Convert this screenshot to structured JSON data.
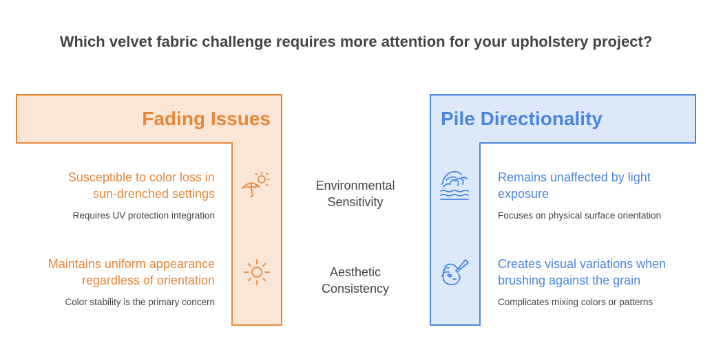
{
  "title": "Which velvet fabric challenge requires more attention for your upholstery project?",
  "left": {
    "header": "Fading Issues",
    "color": "#e6873a",
    "items": [
      {
        "icon": "umbrella-sun-icon",
        "main": [
          "Susceptible to color loss in",
          "sun-drenched settings"
        ],
        "sub": "Requires UV protection integration"
      },
      {
        "icon": "sun-icon",
        "main": [
          "Maintains uniform appearance",
          "regardless of orientation"
        ],
        "sub": "Color stability is the primary concern"
      }
    ]
  },
  "right": {
    "header": "Pile Directionality",
    "color": "#4a86e0",
    "items": [
      {
        "icon": "hand-touching-fabric-icon",
        "main": [
          "Remains unaffected by light",
          "exposure"
        ],
        "sub": "Focuses on physical surface orientation"
      },
      {
        "icon": "brushing-hand-icon",
        "main": [
          "Creates visual variations when",
          "brushing against the grain"
        ],
        "sub": "Complicates mixing colors or patterns"
      }
    ]
  },
  "criteria": [
    [
      "Environmental",
      "Sensitivity"
    ],
    [
      "Aesthetic",
      "Consistency"
    ]
  ]
}
